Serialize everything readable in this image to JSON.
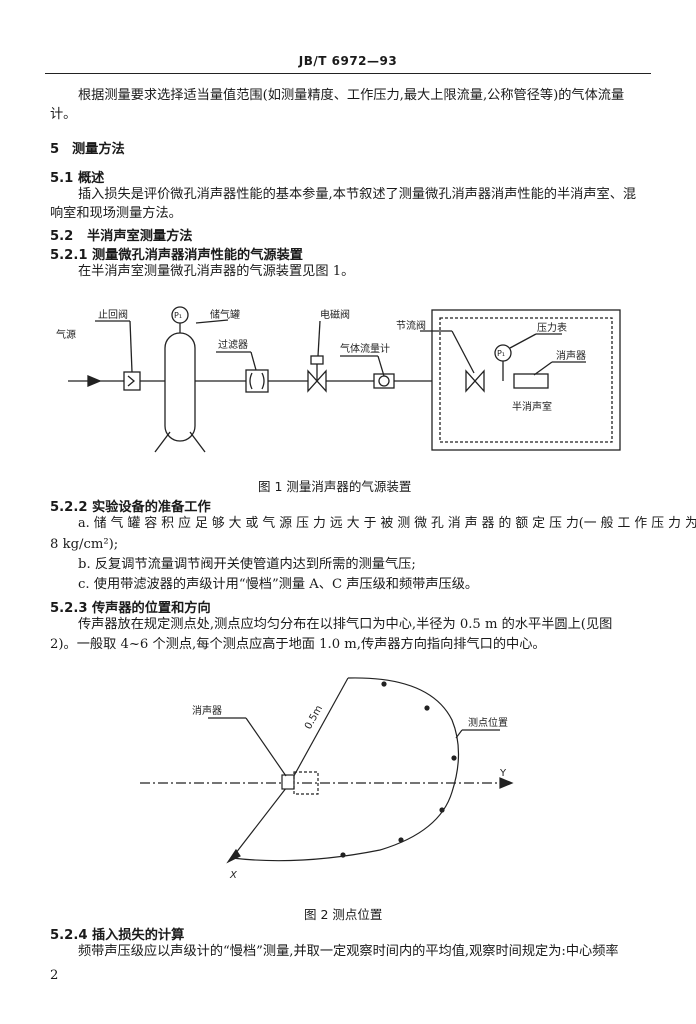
{
  "header": {
    "code": "JB/T 6972—93"
  },
  "intro": {
    "line1": "根据测量要求选择适当量值范围(如测量精度、工作压力,最大上限流量,公称管径等)的气体流量",
    "line2": "计。"
  },
  "s5": {
    "num": "5",
    "title": "测量方法"
  },
  "s51": {
    "num": "5.1",
    "title": "概述",
    "line1": "插入损失是评价微孔消声器性能的基本参量,本节叙述了测量微孔消声器消声性能的半消声室、混",
    "line2": "响室和现场测量方法。"
  },
  "s52": {
    "num": "5.2",
    "title": "半消声室测量方法"
  },
  "s521": {
    "num": "5.2.1",
    "title": "测量微孔消声器消声性能的气源装置",
    "line1": "在半消声室测量微孔消声器的气源装置见图 1。"
  },
  "fig1": {
    "caption": "图 1   测量消声器的气源装置",
    "labels": {
      "air_source": "气源",
      "shutoff_valve": "止回阀",
      "tank": "储气罐",
      "gauge_p1": "P₁",
      "filter": "过滤器",
      "solenoid_valve": "电磁阀",
      "flow_meter": "气体流量计",
      "throttle_valve": "节流阀",
      "pressure_gauge": "压力表",
      "muffler": "消声器",
      "room": "半消声室"
    }
  },
  "s522": {
    "num": "5.2.2",
    "title": "实验设备的准备工作",
    "a1": "a.   储 气 罐 容 积 应 足 够 大 或 气 源 压 力 远 大 于 被 测 微 孔 消 声 器 的 额 定 压 力(一 般 工 作 压 力 为",
    "a2": "8 kg/cm²);",
    "b": "b.   反复调节流量调节阀开关使管道内达到所需的测量气压;",
    "c": "c.   使用带滤波器的声级计用“慢档”测量 A、C 声压级和频带声压级。"
  },
  "s523": {
    "num": "5.2.3",
    "title": "传声器的位置和方向",
    "line1": "传声器放在规定测点处,测点应均匀分布在以排气口为中心,半径为 0.5 m 的水平半圆上(见图",
    "line2": "2)。一般取 4~6 个测点,每个测点应高于地面 1.0 m,传声器方向指向排气口的中心。"
  },
  "fig2": {
    "caption": "图 2   测点位置",
    "labels": {
      "muffler": "消声器",
      "radius": "0.5m",
      "points": "测点位置",
      "y_axis": "Y",
      "x_axis": "X"
    }
  },
  "s524": {
    "num": "5.2.4",
    "title": "插入损失的计算",
    "line1": "频带声压级应以声级计的“慢档”测量,并取一定观察时间内的平均值,观察时间规定为:中心频率"
  },
  "page_number": "2"
}
